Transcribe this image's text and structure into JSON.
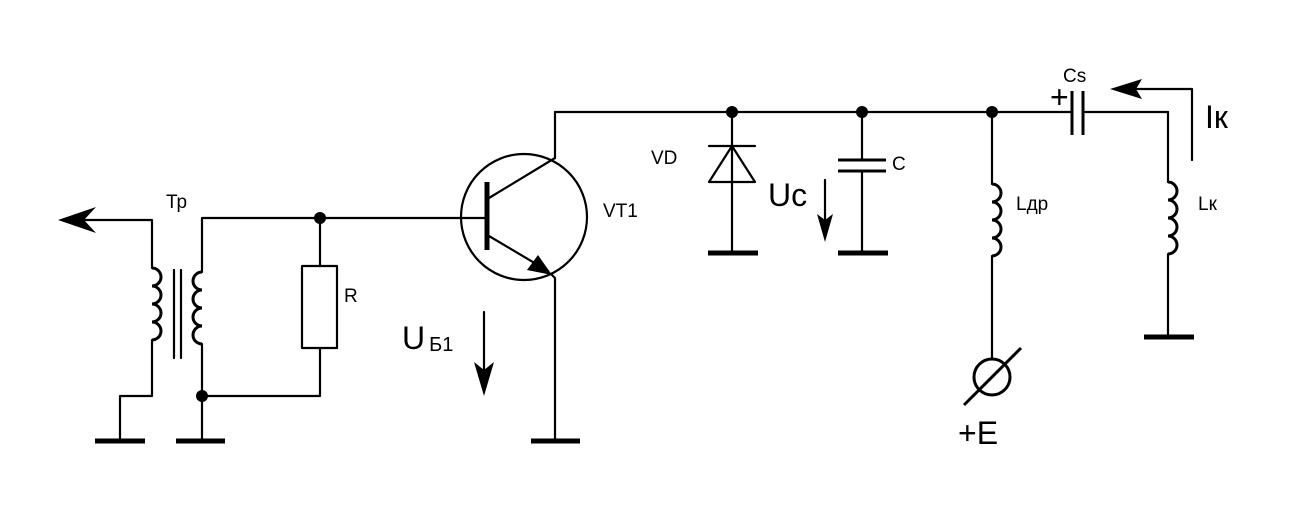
{
  "labels": {
    "transformer": "Тр",
    "resistor": "R",
    "transistor": "VT1",
    "diode": "VD",
    "capacitor": "C",
    "choke": "Lдр",
    "coupling_cap": "Cs",
    "load_inductor": "Lк",
    "supply": "+E",
    "cap_plus": "+",
    "u_base_main": "U",
    "u_base_sub": "Б1",
    "u_cap": "Uc",
    "i_k": "Iк"
  },
  "colors": {
    "line": "#000000",
    "background": "#ffffff"
  }
}
